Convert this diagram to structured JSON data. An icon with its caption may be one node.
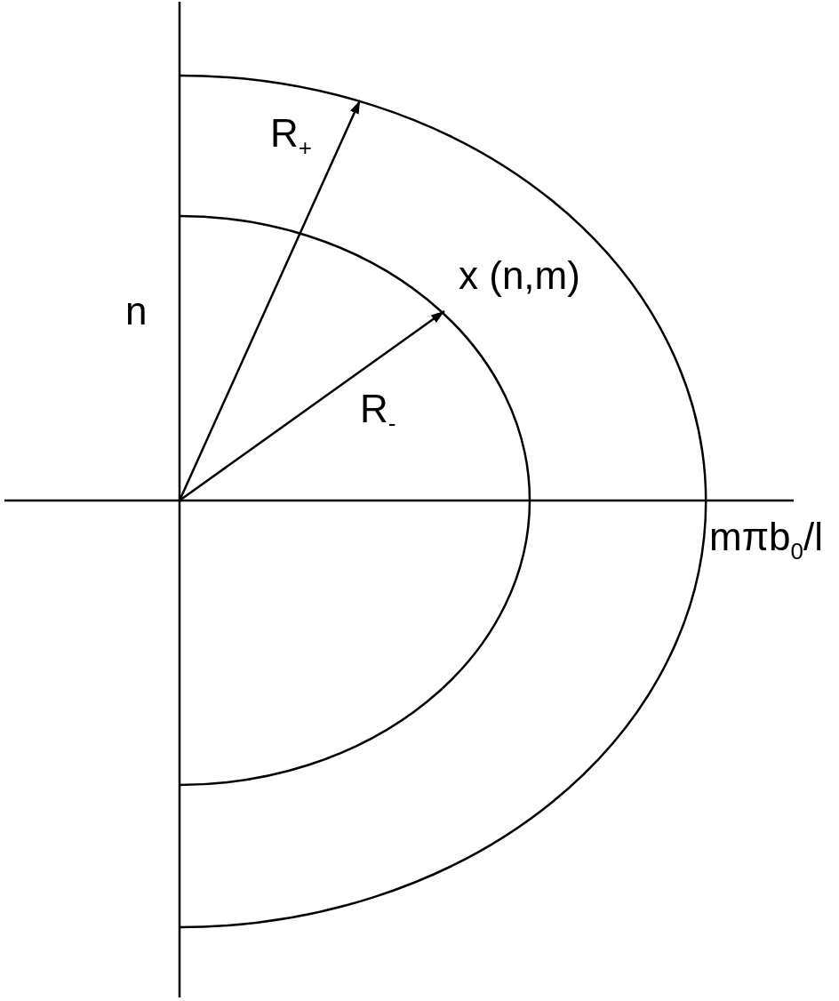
{
  "diagram": {
    "labels": [
      "R$_{+}$",
      "n",
      "x (n,m)",
      "R$_{-}$",
      "mπb$_{0}$/l"
    ]
  }
}
